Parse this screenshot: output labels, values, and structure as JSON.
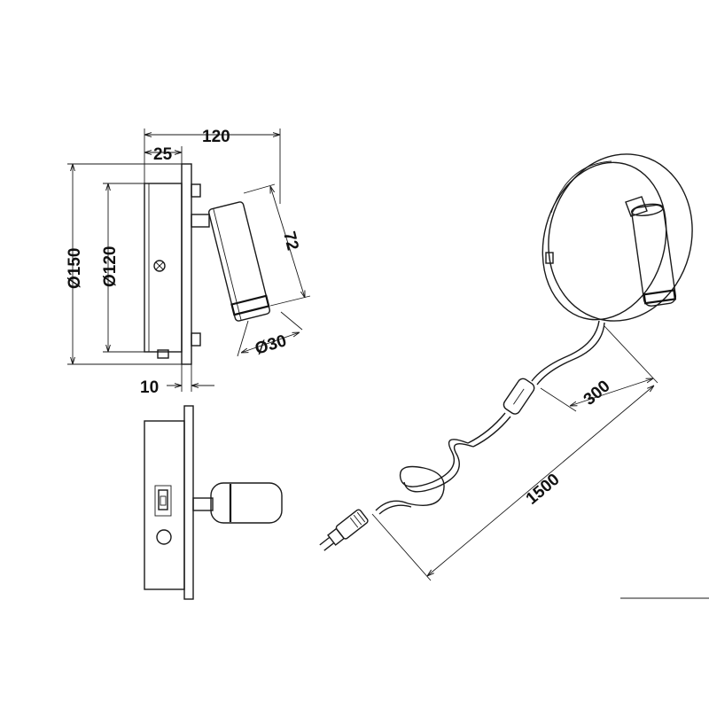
{
  "dimensions": {
    "overall_depth": "120",
    "plate_depth": "25",
    "outer_diameter": "Ø150",
    "inner_diameter": "Ø120",
    "spot_length": "72",
    "spot_diameter": "Ø30",
    "plate_thickness": "10",
    "cable_to_switch": "300",
    "cable_length": "1500"
  },
  "colors": {
    "line": "#1a1a1a",
    "background": "#ffffff"
  }
}
